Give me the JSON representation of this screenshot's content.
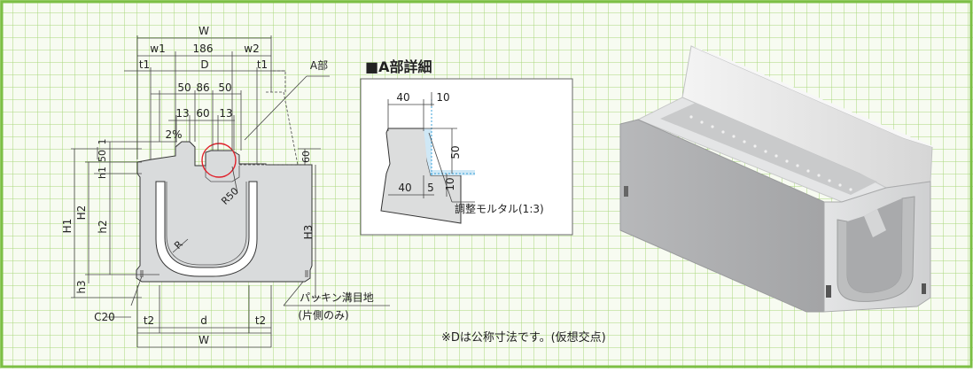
{
  "colors": {
    "grid": "#9fd06f",
    "grid_bg": "#f6fbef",
    "frame": "#7cbf45",
    "concrete": "#d9dbdc",
    "accent_red": "#e0202a",
    "mortar": "#3aa0d8"
  },
  "cross_section": {
    "top_labels": {
      "W": "W",
      "w1": "w1",
      "center": "186",
      "w2": "w2",
      "t1_left": "t1",
      "D": "D",
      "t1_right": "t1"
    },
    "inner_dims": {
      "a": "50",
      "b": "86",
      "c": "50",
      "d": "13",
      "e": "60",
      "f": "13"
    },
    "slope": "2%",
    "detail_marker": "A部",
    "left_dims": {
      "one": "1",
      "fifty": "50",
      "h1": "h1",
      "H1": "H1",
      "H2": "H2",
      "h2": "h2",
      "h3": "h3"
    },
    "right_dims": {
      "sixty": "60",
      "H3": "H3"
    },
    "radius_label": "R50",
    "inner_radius": "R",
    "bottom_labels": {
      "C20": "C20",
      "t2_left": "t2",
      "d": "d",
      "t2_right": "t2",
      "W": "W"
    },
    "packing_note": {
      "line1": "パッキン溝目地",
      "line2": "(片側のみ)"
    }
  },
  "detail": {
    "title": "■A部詳細",
    "dims": {
      "forty_top": "40",
      "ten_top": "10",
      "fifty": "50",
      "forty_bottom": "40",
      "five": "5",
      "ten_right": "10"
    },
    "mortar_label": "調整モルタル(1:3)"
  },
  "note": "※Dは公称寸法です。(仮想交点)",
  "render": {
    "icon": "gutter-block-3d-icon"
  }
}
